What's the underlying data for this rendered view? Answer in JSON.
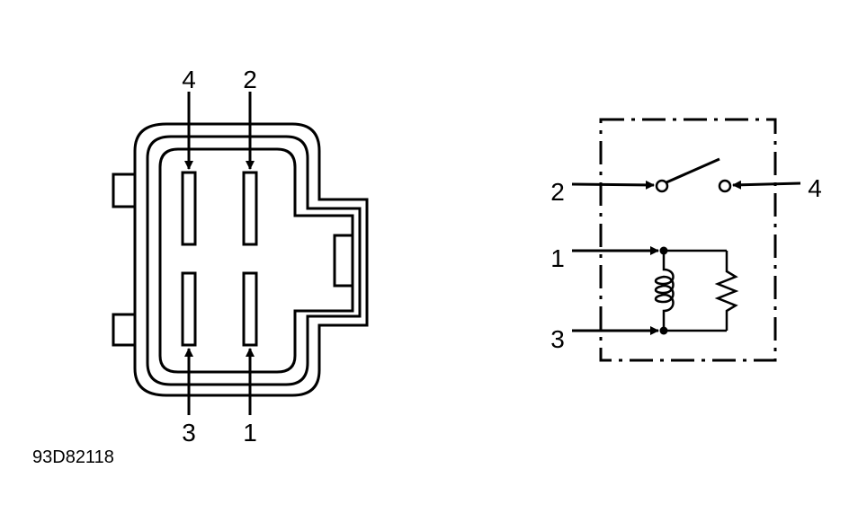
{
  "connector": {
    "pin_top_left": "4",
    "pin_top_right": "2",
    "pin_bottom_left": "3",
    "pin_bottom_right": "1"
  },
  "schematic": {
    "switch_in": "2",
    "switch_out": "4",
    "coil_top": "1",
    "coil_bottom": "3"
  },
  "figure_code": "93D82118"
}
